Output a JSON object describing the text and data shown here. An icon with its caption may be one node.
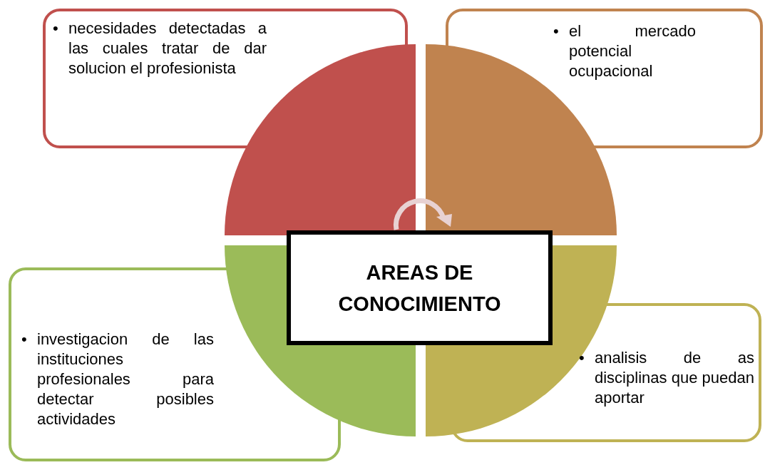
{
  "diagram": {
    "nodes": [
      {
        "text": [
          "•",
          "necesidades detectadas a las cuales tratar de dar solucion el profesionista"
        ]
      },
      {
        "text": [
          "•",
          "el mercado potencial ocupacional"
        ]
      },
      {
        "text": [
          "AREAS DE CONOCIMIENTO"
        ]
      },
      {
        "text": [
          "•",
          "investigacion de las instituciones profesionales para detectar posibles actividades"
        ]
      },
      {
        "text": [
          "•",
          "analisis de as disciplinas que puedan aportar"
        ]
      }
    ]
  }
}
